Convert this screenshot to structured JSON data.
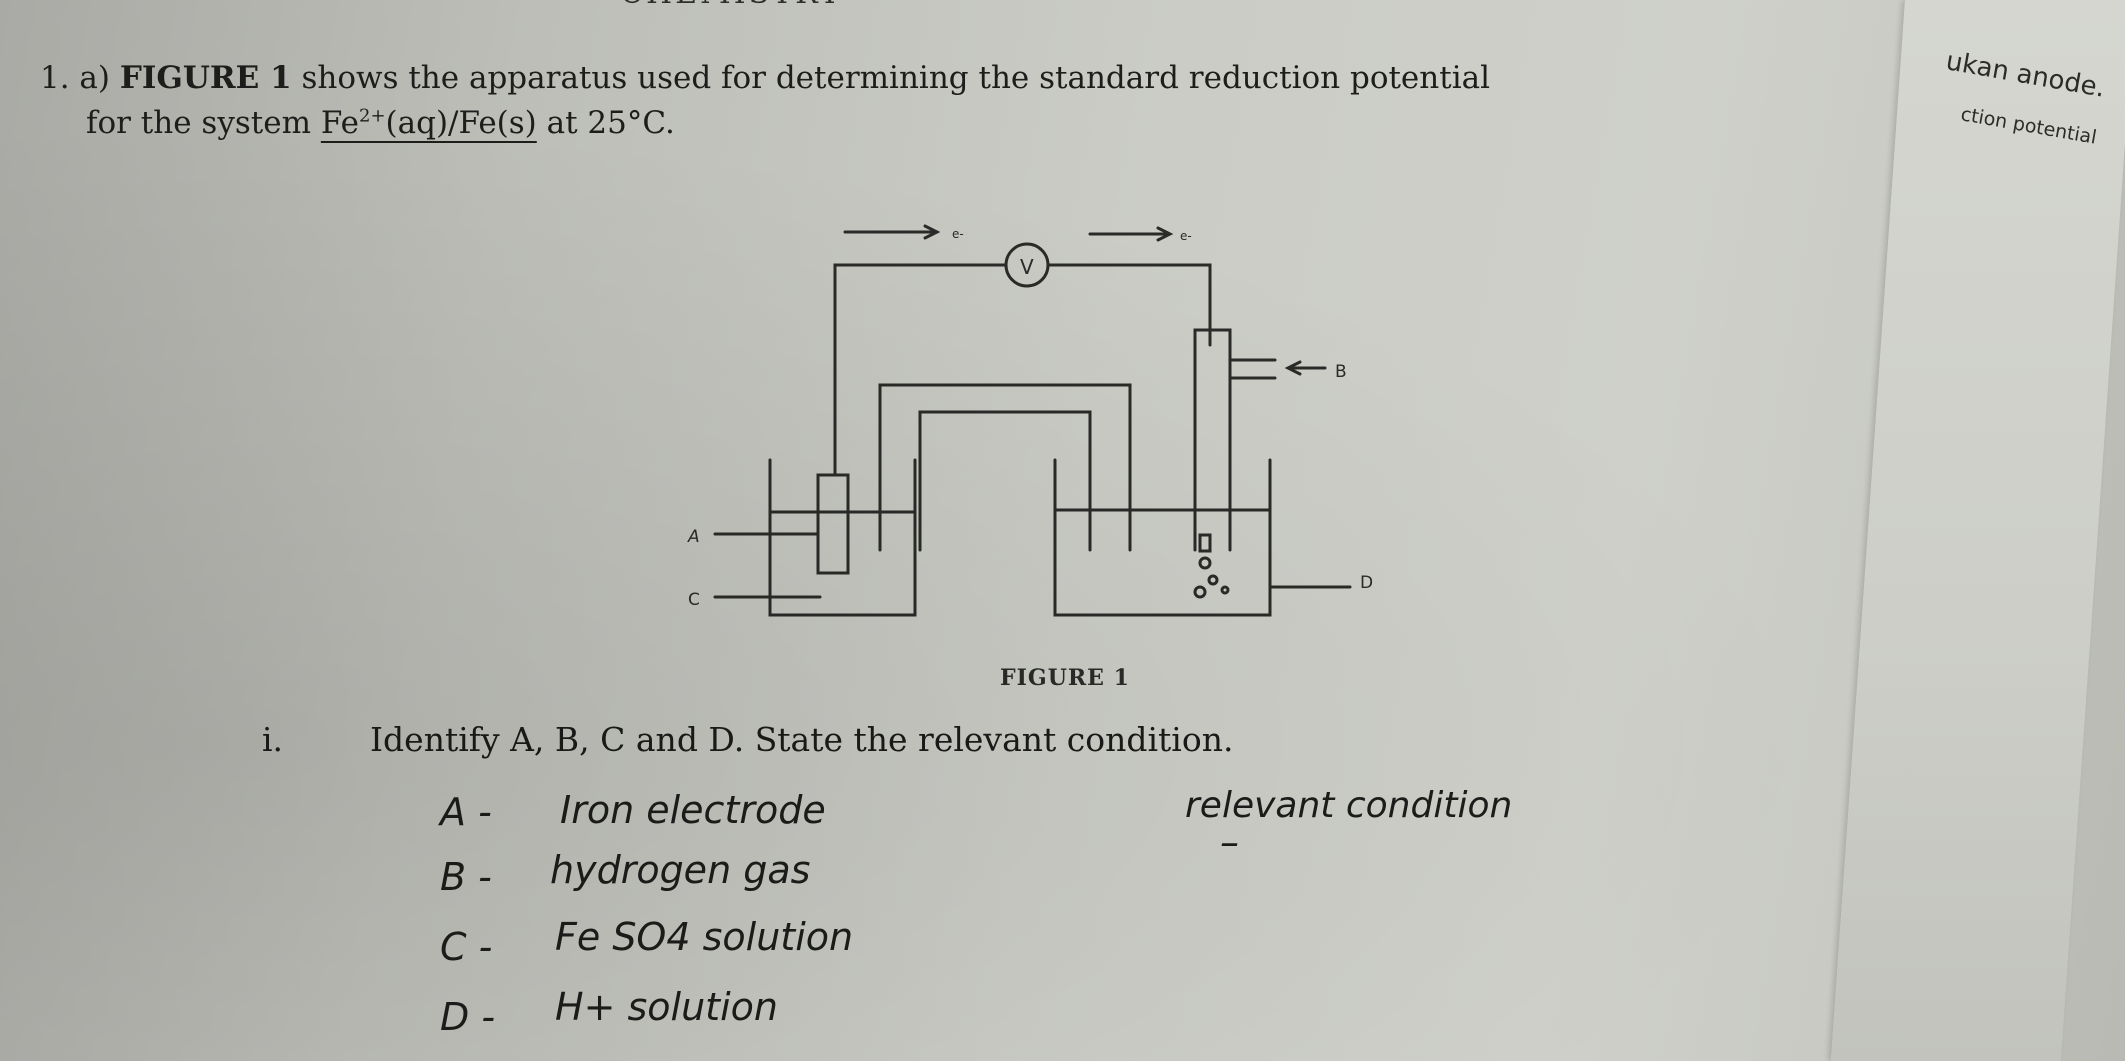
{
  "header": {
    "top_title": "CHEMISTRY"
  },
  "question": {
    "line1_prefix": "1. a) ",
    "line1_bold": "FIGURE 1",
    "line1_rest": " shows the apparatus used for determining the standard reduction potential",
    "line2_prefix": "for the system ",
    "system_fe": "Fe",
    "system_charge": "2+",
    "system_rest": "(aq)/Fe(s)",
    "line2_suffix": " at 25°C."
  },
  "side_sheet": {
    "line1": "ukan anode.",
    "line2": "ction potential"
  },
  "figure": {
    "caption": "FIGURE 1",
    "voltmeter": "V",
    "electron_left": "e-",
    "electron_right": "e-",
    "label_a": "A",
    "label_b": "B",
    "label_c": "C",
    "label_d": "D"
  },
  "task": {
    "number": "i.",
    "text": "Identify A, B, C and D. State the relevant condition."
  },
  "answers": {
    "a_key": "A -",
    "a_val": "Iron electrode",
    "relevant": "relevant condition",
    "dash": "–",
    "b_key": "B -",
    "b_val": "hydrogen gas",
    "c_key": "C -",
    "c_val": "Fe SO4 solution",
    "d_key": "D -",
    "d_val": "H+ solution"
  }
}
